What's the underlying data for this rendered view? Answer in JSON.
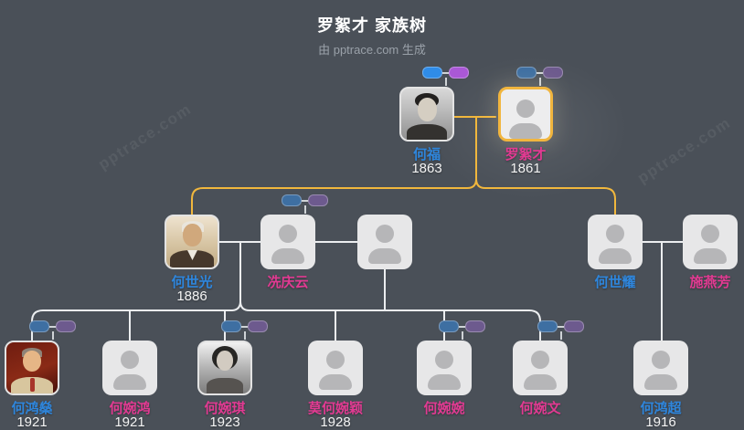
{
  "header": {
    "title": "罗絮才 家族树",
    "subtitle": "由 pptrace.com 生成"
  },
  "watermark": "pptrace.com",
  "colors": {
    "background": "#4a5058",
    "male": "#2e86dd",
    "female": "#e23a92",
    "line": "#eceef0",
    "couple_highlight": "#f1b73d",
    "selected_border": "#f1b53e",
    "pill_blue_bright": "#2f8ce8",
    "pill_purple_bright": "#aa58d6",
    "pill_blue_muted": "#3e6fa2",
    "pill_purple_muted": "#6d5a8e"
  },
  "people": [
    {
      "id": "hofu",
      "name": "何福",
      "year": "1863",
      "gender": "male",
      "photo": true
    },
    {
      "id": "luoxucai",
      "name": "罗絮才",
      "year": "1861",
      "gender": "female",
      "selected": true
    },
    {
      "id": "hoshikwong",
      "name": "何世光",
      "year": "1886",
      "gender": "male",
      "photo": true
    },
    {
      "id": "sinhingwan",
      "name": "冼庆云",
      "year": "",
      "gender": "female"
    },
    {
      "id": "unnamed",
      "name": "",
      "year": "",
      "gender": ""
    },
    {
      "id": "hoshiyiu",
      "name": "何世耀",
      "year": "",
      "gender": "male"
    },
    {
      "id": "siyinfong",
      "name": "施燕芳",
      "year": "",
      "gender": "female"
    },
    {
      "id": "stanleyho",
      "name": "何鸿燊",
      "year": "1921",
      "gender": "male",
      "photo": true
    },
    {
      "id": "howanhung",
      "name": "何婉鸿",
      "year": "1921",
      "gender": "female"
    },
    {
      "id": "howankei",
      "name": "何婉琪",
      "year": "1923",
      "gender": "female",
      "photo": true
    },
    {
      "id": "mokhowanwing",
      "name": "莫何婉颖",
      "year": "1928",
      "gender": "female"
    },
    {
      "id": "howanyuen",
      "name": "何婉婉",
      "year": "",
      "gender": "female"
    },
    {
      "id": "howanman",
      "name": "何婉文",
      "year": "",
      "gender": "female"
    },
    {
      "id": "hohungchiu",
      "name": "何鸿超",
      "year": "1916",
      "gender": "male"
    }
  ],
  "families": [
    {
      "parents": [
        "何福",
        "罗絮才"
      ],
      "children": [
        "何世光",
        "何世耀"
      ]
    },
    {
      "parents": [
        "何世光",
        "冼庆云"
      ],
      "children": [
        "何鸿燊",
        "何婉鸿",
        "何婉琪",
        "莫何婉颖",
        "何婉婉",
        "何婉文"
      ]
    },
    {
      "parents": [
        "何世耀",
        "施燕芳"
      ],
      "children": [
        "何鸿超"
      ]
    }
  ]
}
